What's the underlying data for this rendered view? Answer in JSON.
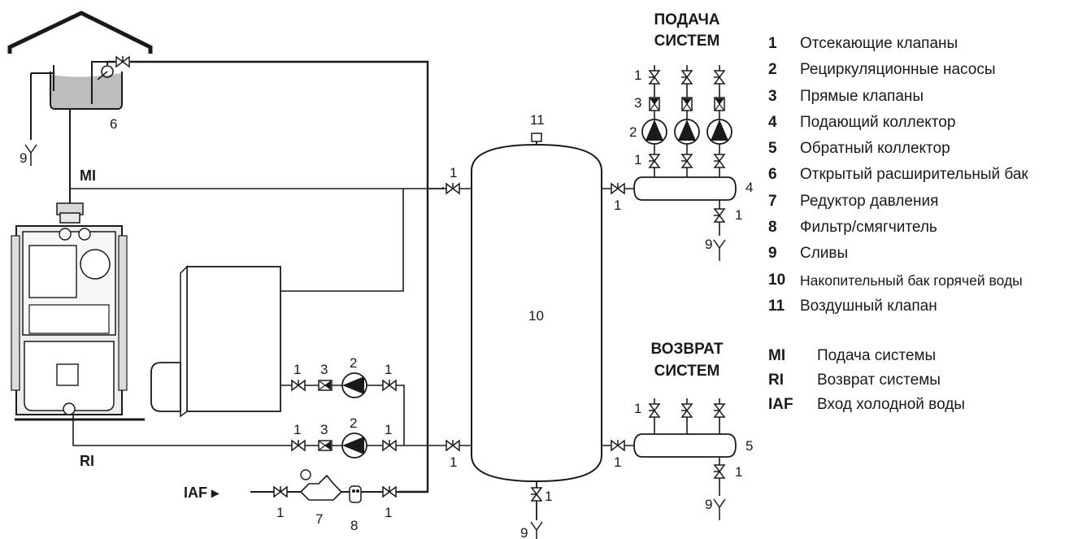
{
  "headers": {
    "supply": [
      "ПОДАЧА",
      "СИСТЕМ"
    ],
    "return": [
      "ВОЗВРАТ",
      "СИСТЕМ"
    ]
  },
  "legend": [
    {
      "num": "1",
      "text": "Отсекающие клапаны"
    },
    {
      "num": "2",
      "text": "Рециркуляционные насосы"
    },
    {
      "num": "3",
      "text": "Прямые клапаны"
    },
    {
      "num": "4",
      "text": "Подающий коллектор"
    },
    {
      "num": "5",
      "text": "Обратный коллектор"
    },
    {
      "num": "6",
      "text": "Открытый расширительный бак"
    },
    {
      "num": "7",
      "text": "Редуктор давления"
    },
    {
      "num": "8",
      "text": "Фильтр/смягчитель"
    },
    {
      "num": "9",
      "text": "Сливы"
    },
    {
      "num": "10",
      "text": "Накопительный бак горячей воды"
    },
    {
      "num": "11",
      "text": "Воздушный клапан"
    }
  ],
  "legend2": [
    {
      "code": "MI",
      "text": "Подача системы"
    },
    {
      "code": "RI",
      "text": "Возврат системы"
    },
    {
      "code": "IAF",
      "text": "Вход холодной воды"
    }
  ],
  "pipe_labels": {
    "mi": "MI",
    "ri": "RI",
    "iaf": "IAF ▸"
  },
  "callouts": {
    "n1": "1",
    "n2": "2",
    "n3": "3",
    "n4": "4",
    "n5": "5",
    "n6": "6",
    "n7": "7",
    "n8": "8",
    "n9": "9",
    "n10": "10",
    "n11": "11"
  }
}
